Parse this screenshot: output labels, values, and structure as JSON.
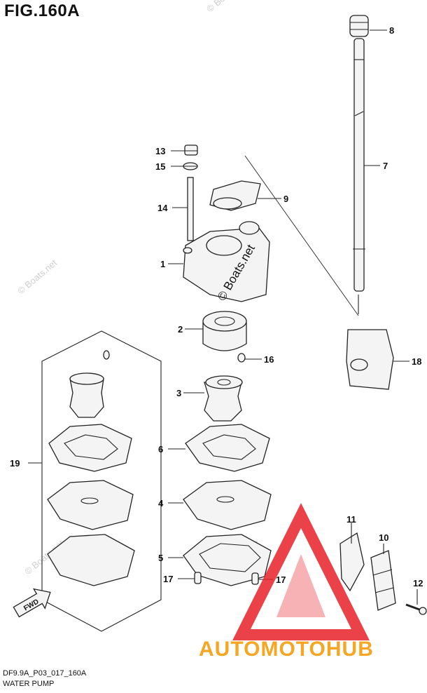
{
  "figure": {
    "title": "FIG.160A",
    "code": "DF9.9A_P03_017_160A",
    "caption": "WATER PUMP"
  },
  "callouts": {
    "c1": "1",
    "c2": "2",
    "c3": "3",
    "c4": "4",
    "c5": "5",
    "c6": "6",
    "c7": "7",
    "c8": "8",
    "c9": "9",
    "c10": "10",
    "c11": "11",
    "c12": "12",
    "c13": "13",
    "c14": "14",
    "c15": "15",
    "c16": "16",
    "c17a": "17",
    "c17b": "17",
    "c18": "18",
    "c19": "19"
  },
  "labels": {
    "fwd": "FWD",
    "watermark_center": "© Boats.net",
    "watermark": "© Boats.net",
    "brand_logo": "AUTOMOTOHUB"
  },
  "colors": {
    "logo_red": "#e8212a",
    "logo_orange": "#f5a623"
  }
}
